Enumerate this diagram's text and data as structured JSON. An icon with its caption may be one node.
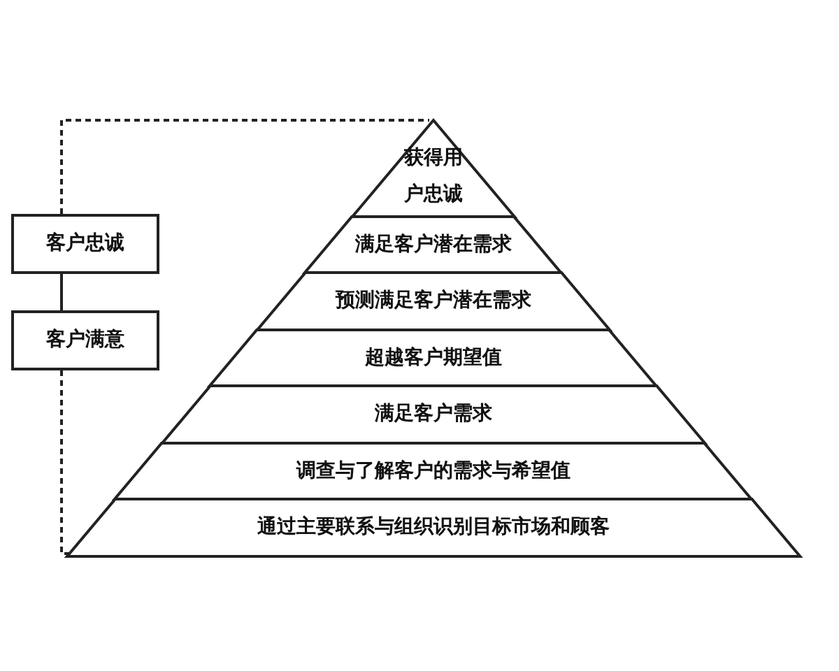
{
  "diagram": {
    "nodes": [
      {
        "text": [
          "客户忠诚"
        ]
      },
      {
        "text": [
          "客户满意"
        ]
      },
      {
        "text": [
          "获得用户忠诚"
        ]
      },
      {
        "text": [
          "满足客户潜在需求"
        ]
      },
      {
        "text": [
          "预测满足客户潜在需求"
        ]
      },
      {
        "text": [
          "超越客户期望值"
        ]
      },
      {
        "text": [
          "满足客户需求"
        ]
      },
      {
        "text": [
          "调查与了解客户的需求与希望值"
        ]
      },
      {
        "text": [
          "通过主要联系与组织识别目标市场和顾客"
        ]
      }
    ],
    "edges": [
      {
        "from": 0,
        "to": 2,
        "arrow": "none",
        "style": "dashed"
      },
      {
        "from": 0,
        "to": 1,
        "arrow": "none"
      },
      {
        "from": 1,
        "to": 8,
        "arrow": "none",
        "style": "dashed"
      }
    ]
  }
}
